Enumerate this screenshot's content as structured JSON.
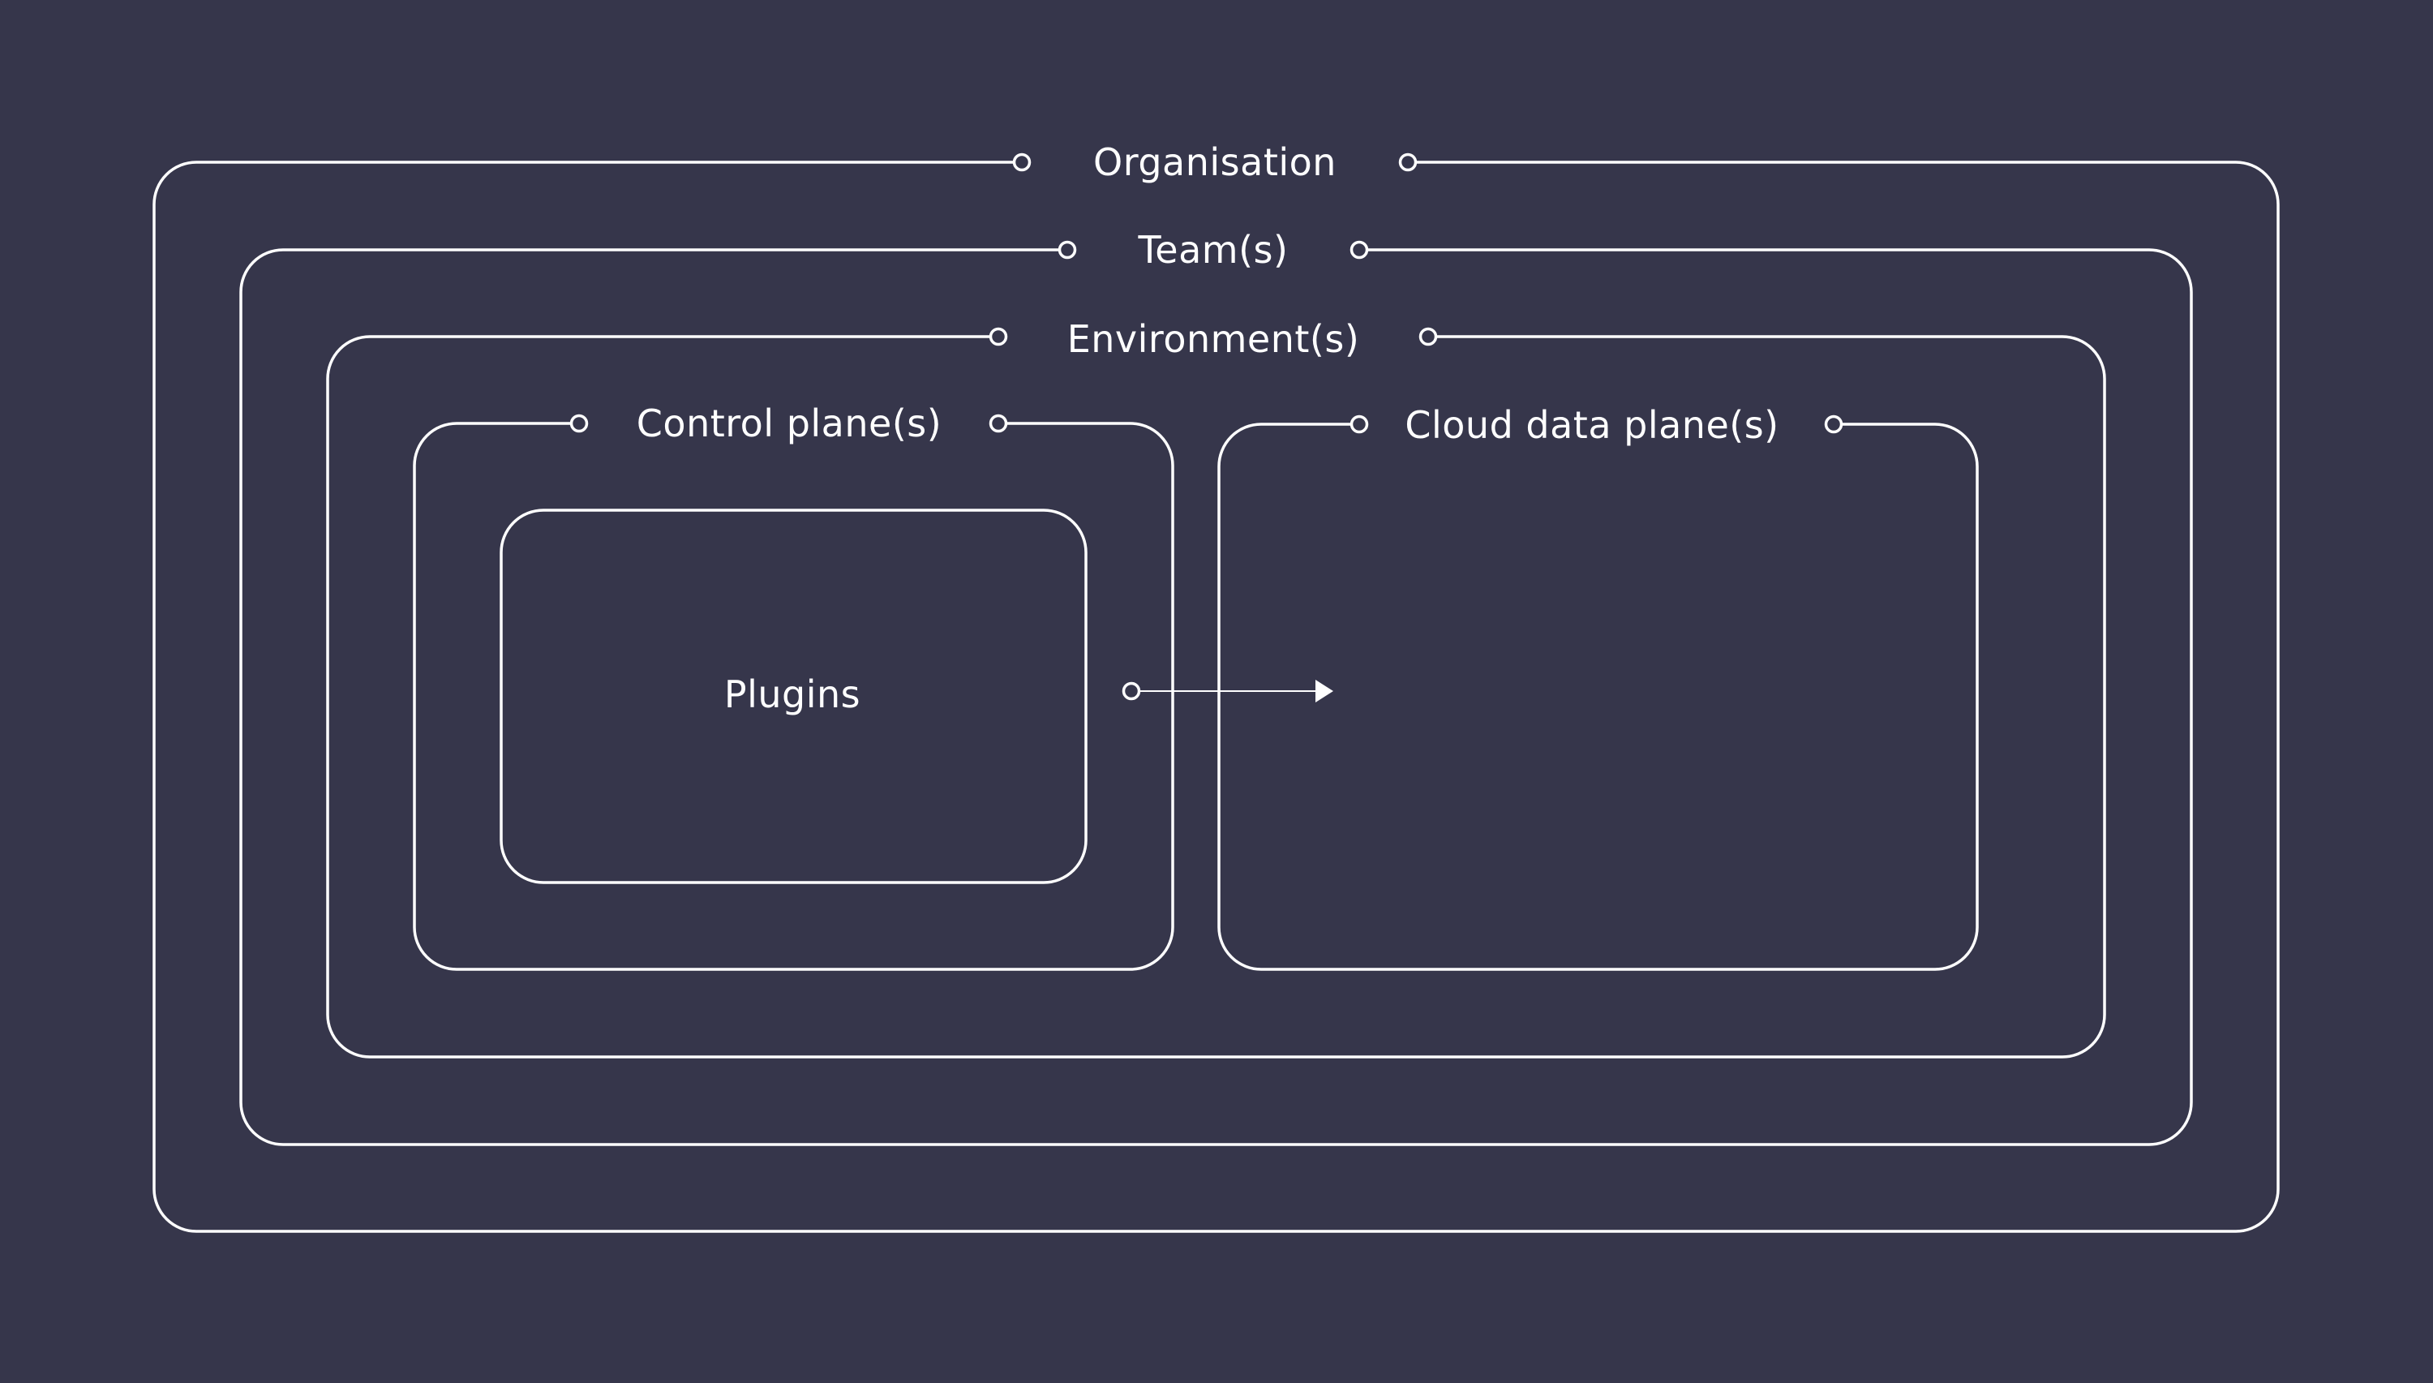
{
  "diagram": {
    "background_color": "#36364b",
    "line_color": "#ffffff",
    "labels": {
      "organisation": "Organisation",
      "teams": "Team(s)",
      "environments": "Environment(s)",
      "control_planes": "Control plane(s)",
      "cloud_data_planes": "Cloud data plane(s)",
      "plugins": "Plugins"
    }
  }
}
